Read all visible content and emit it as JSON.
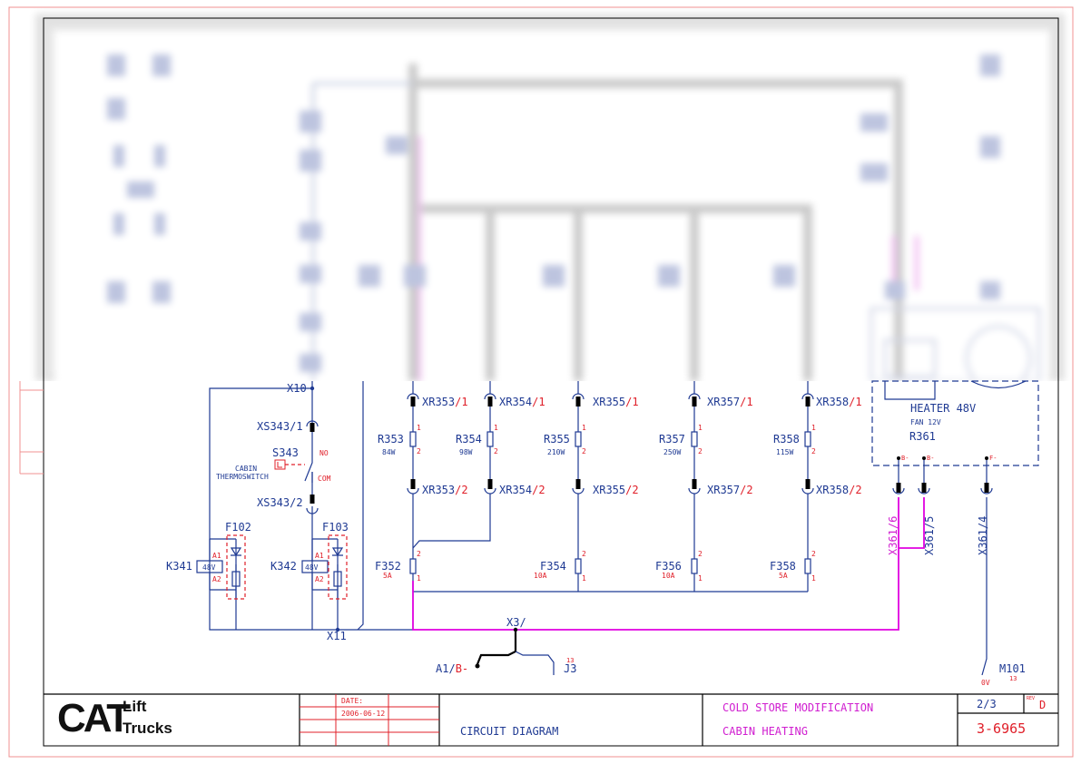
{
  "labels": {
    "x10": "X10",
    "x11": "X11",
    "x3": "X3/",
    "xs343_1": "XS343/1",
    "xs343_2": "XS343/2",
    "s343": "S343",
    "no": "NO",
    "com": "COM",
    "cabin": "CABIN",
    "thermoswitch": "THERMOSWITCH",
    "f102": "F102",
    "f103": "F103",
    "k341": "K341",
    "k342": "K342",
    "k_rating": "48V",
    "a1": "A1",
    "a2": "A2",
    "f352": "F352",
    "f352_r": "5A",
    "f354": "F354",
    "f354_r": "10A",
    "f356": "F356",
    "f356_r": "10A",
    "f358": "F358",
    "f358_r": "5A",
    "pin1": "1",
    "pin2": "2",
    "slash1": "/1",
    "slash2": "/2",
    "a1b": "A1/",
    "bminus": "B-",
    "j3": "J3",
    "j3_ref": "13",
    "m101": "M101",
    "m101_ref": "13",
    "zero_v": "0V",
    "x361_6": "X361/6",
    "x361_5": "X361/5",
    "x361_4": "X361/4",
    "heater": "HEATER 48V",
    "fan": "FAN 12V",
    "r361": "R361",
    "pin_b1": "B-",
    "pin_b2": "B-",
    "pin_f": "F-"
  },
  "connectors": [
    {
      "name": "XR353"
    },
    {
      "name": "XR354"
    },
    {
      "name": "XR355"
    },
    {
      "name": "XR357"
    },
    {
      "name": "XR358"
    }
  ],
  "resistors": [
    {
      "name": "R353",
      "rating": "84W"
    },
    {
      "name": "R354",
      "rating": "98W"
    },
    {
      "name": "R355",
      "rating": "210W"
    },
    {
      "name": "R357",
      "rating": "250W"
    },
    {
      "name": "R358",
      "rating": "115W"
    }
  ],
  "title_block": {
    "brand": "CAT",
    "brand_sub1": "Lift",
    "brand_sub2": "Trucks",
    "date_label": "DATE:",
    "date_value": "2006-06-12",
    "drawing_type": "CIRCUIT DIAGRAM",
    "project_line1": "COLD STORE MODIFICATION",
    "project_line2": "CABIN HEATING",
    "sheet": "2/3",
    "rev_label": "REV",
    "rev": "D",
    "drawing_number": "3-6965"
  },
  "colors": {
    "wire": "#1f3a93",
    "annotation": "#e0202a",
    "negative_bus": "#e000e0",
    "frame": "#f09090"
  }
}
